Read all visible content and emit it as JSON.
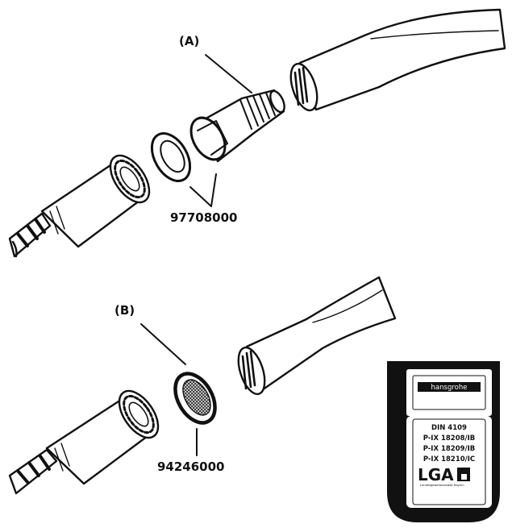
{
  "diagram": {
    "part_a": {
      "label": "(A)",
      "part_number": "97708000"
    },
    "part_b": {
      "label": "(B)",
      "part_number": "94246000"
    },
    "hose_tag": {
      "brand": "hansgrohe",
      "lines": [
        "DIN 4109",
        "P-IX 18208/IB",
        "P-IX 18209/IB",
        "P-IX 18210/IC"
      ],
      "cert_logo": "LGA",
      "cert_caption": "Landesgewerbeanstalt Bayern"
    }
  },
  "colors": {
    "stroke": "#111111",
    "tag_band": "#111111",
    "background": "#ffffff"
  }
}
